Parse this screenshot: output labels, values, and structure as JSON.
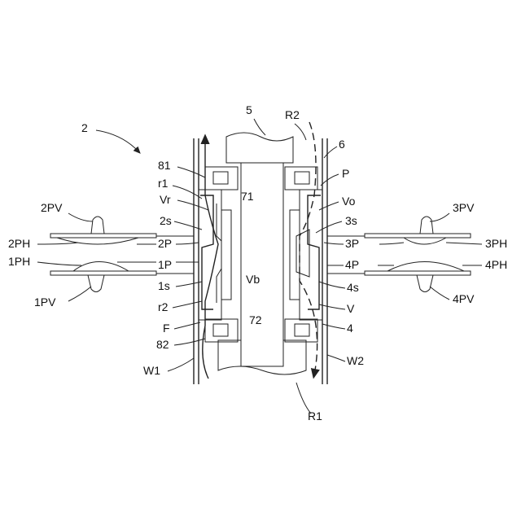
{
  "figure_number": "2",
  "labels": {
    "n5": "5",
    "R2": "R2",
    "n6": "6",
    "n81": "81",
    "r1": "r1",
    "P": "P",
    "n71": "71",
    "Vr": "Vr",
    "Vo": "Vo",
    "PV2": "2PV",
    "PV3": "3PV",
    "s2": "2s",
    "s3": "3s",
    "PH2": "2PH",
    "P2": "2P",
    "P3": "3P",
    "PH3": "3PH",
    "PH1": "1PH",
    "P1": "1P",
    "P4": "4P",
    "PH4": "4PH",
    "s1": "1s",
    "Vb": "Vb",
    "s4": "4s",
    "PV1": "1PV",
    "PV4": "4PV",
    "r2": "r2",
    "n72": "72",
    "V": "V",
    "F": "F",
    "n4": "4",
    "n82": "82",
    "W1": "W1",
    "W2": "W2",
    "R1": "R1"
  },
  "icons": [
    "curved-arrow-icon",
    "flow-arrow-icon"
  ]
}
